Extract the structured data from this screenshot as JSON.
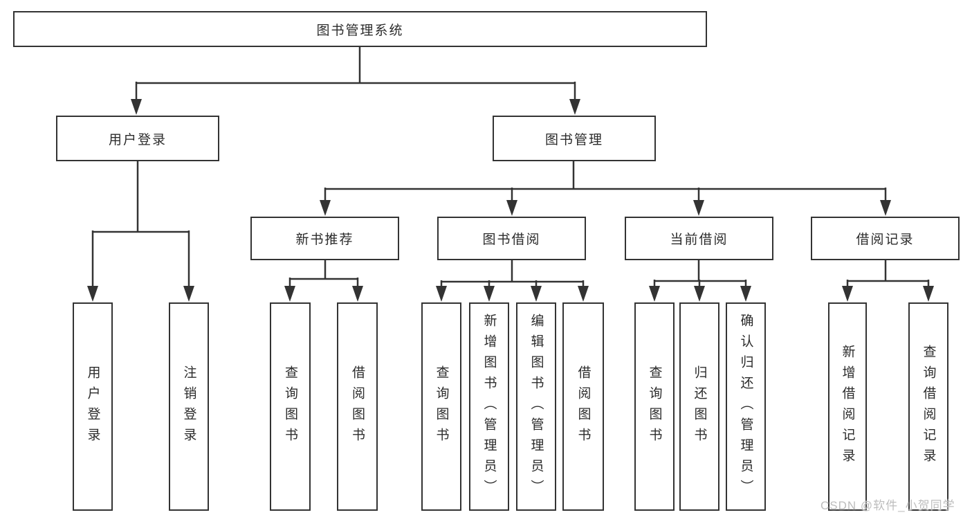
{
  "diagram": {
    "root": {
      "label": "图书管理系统"
    },
    "children": [
      {
        "label": "用户登录",
        "leaves": [
          "用户登录",
          "注销登录"
        ]
      },
      {
        "label": "图书管理",
        "children": [
          {
            "label": "新书推荐",
            "leaves": [
              "查询图书",
              "借阅图书"
            ]
          },
          {
            "label": "图书借阅",
            "leaves": [
              "查询图书",
              "新增图书（管理员）",
              "编辑图书（管理员）",
              "借阅图书"
            ]
          },
          {
            "label": "当前借阅",
            "leaves": [
              "查询图书",
              "归还图书",
              "确认归还（管理员）"
            ]
          },
          {
            "label": "借阅记录",
            "leaves": [
              "新增借阅记录",
              "查询借阅记录"
            ]
          }
        ]
      }
    ]
  },
  "watermark": "CSDN @软件_小贺同学",
  "colors": {
    "line": "#333333",
    "box_border": "#333333",
    "text": "#2b2b2b",
    "watermark": "#bdbdbd",
    "background": "#ffffff"
  }
}
